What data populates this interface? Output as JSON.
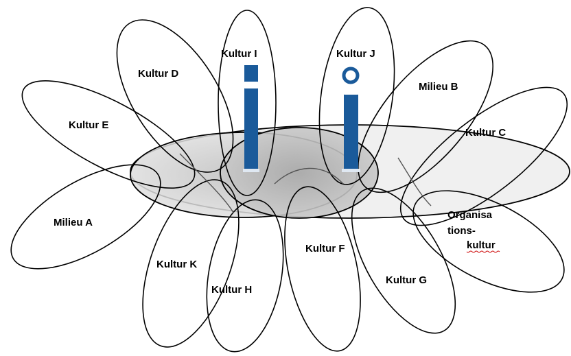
{
  "labels": {
    "kultur_i": "Kultur I",
    "kultur_j": "Kultur J",
    "kultur_d": "Kultur D",
    "milieu_b": "Milieu B",
    "kultur_e": "Kultur E",
    "kultur_c": "Kultur C",
    "milieu_a": "Milieu A",
    "organisationskultur_line1": "Organisa",
    "organisationskultur_line2": "tions-",
    "organisationskultur_line3": "kultur",
    "kultur_k": "Kultur K",
    "kultur_f": "Kultur F",
    "kultur_g": "Kultur G",
    "kultur_h": "Kultur H"
  },
  "colors": {
    "outline": "#000000",
    "center_fill_light": "#eeeeee",
    "center_fill_dark": "#c4c4c4",
    "figure_blue": "#1a5a9a",
    "spellcheck_underline": "#cc0000"
  },
  "icons": {
    "left_figure": "letter-i-figure-icon",
    "right_figure": "letter-i-figure-with-ring-icon"
  }
}
